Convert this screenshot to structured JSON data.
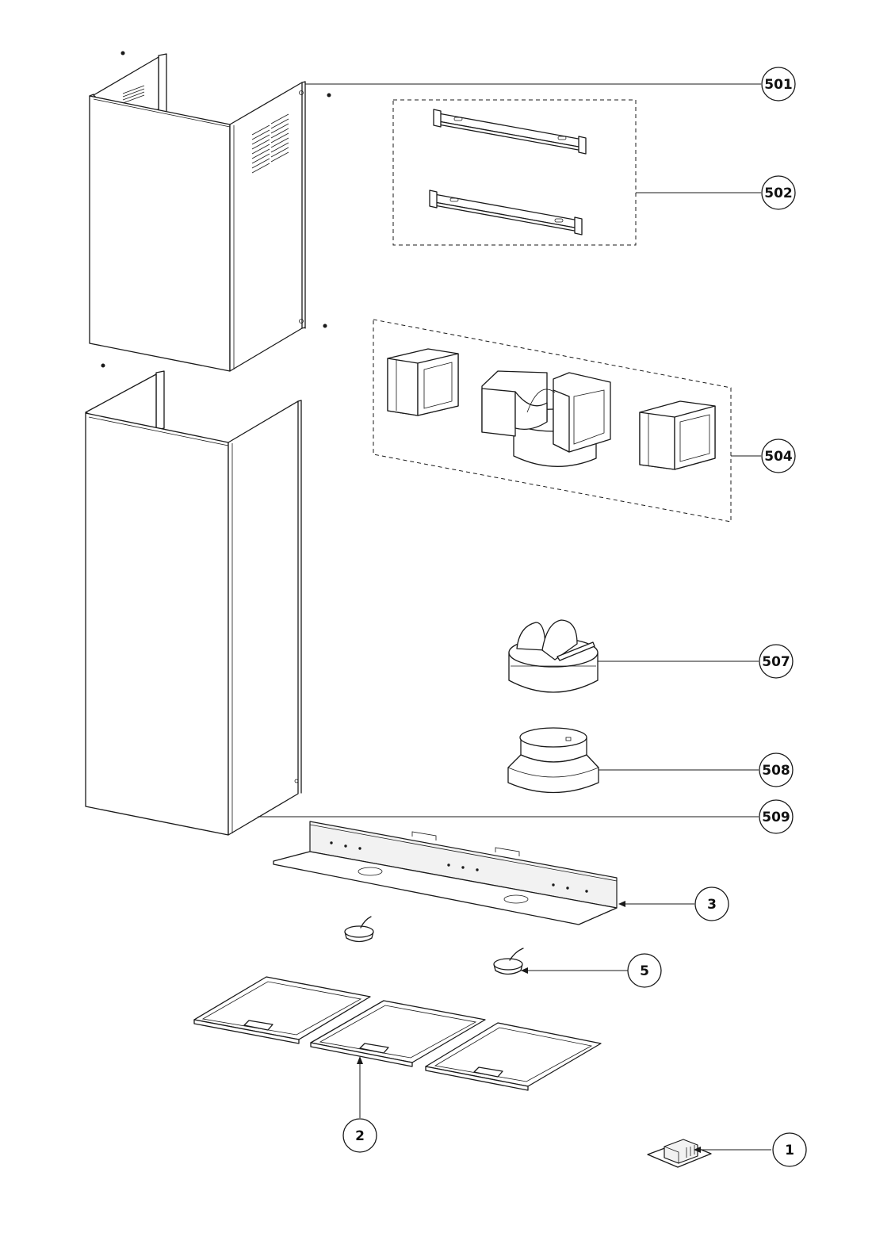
{
  "callouts": {
    "c501": "501",
    "c502": "502",
    "c504": "504",
    "c507": "507",
    "c508": "508",
    "c509": "509",
    "c3": "3",
    "c5": "5",
    "c2": "2",
    "c1": "1"
  },
  "parts": [
    {
      "id": "501",
      "name": "upper-chimney"
    },
    {
      "id": "502",
      "name": "brackets"
    },
    {
      "id": "504",
      "name": "duct-adaptors"
    },
    {
      "id": "507",
      "name": "non-return-valve"
    },
    {
      "id": "508",
      "name": "reducer-collar"
    },
    {
      "id": "509",
      "name": "lower-chimney"
    },
    {
      "id": "3",
      "name": "mounting-frame"
    },
    {
      "id": "5",
      "name": "lamp"
    },
    {
      "id": "2",
      "name": "grease-filter"
    },
    {
      "id": "1",
      "name": "switch-module"
    }
  ]
}
